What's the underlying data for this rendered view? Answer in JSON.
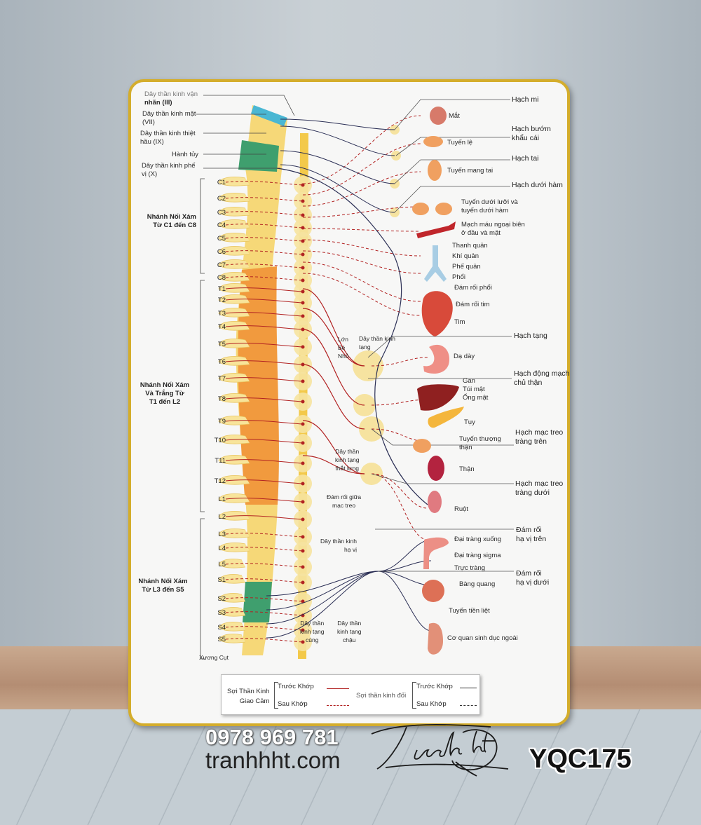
{
  "head_nerves": [
    "Dây thần kinh vận",
    "nhãn (III)",
    "Dây thần kinh mặt",
    "(VII)",
    "Dây thần kinh thiệt",
    "hầu (IX)",
    "Hành tủy",
    "Dây thần kinh phế",
    "vị (X)"
  ],
  "vertebrae": [
    "C1",
    "C2",
    "C3",
    "C4",
    "C5",
    "C6",
    "C7",
    "C8",
    "T1",
    "T2",
    "T3",
    "T4",
    "T5",
    "T6",
    "T7",
    "T8",
    "T9",
    "T10",
    "T11",
    "T12",
    "L1",
    "L2",
    "L3",
    "L4",
    "L5",
    "S1",
    "S2",
    "S3",
    "S4",
    "S5"
  ],
  "coccyx": "Xương Cụt",
  "groups": {
    "cervical": [
      "Nhánh Nối Xám",
      "Từ C1 đến C8"
    ],
    "thoracic": [
      "Nhánh Nối Xám",
      "Và Trắng Từ",
      "T1 đến L2"
    ],
    "sacral": [
      "Nhánh Nối Xám",
      "Từ L3 đến S5"
    ]
  },
  "ganglia": {
    "ciliary": "Hạch mi",
    "pterygo": [
      "Hạch bướm",
      "khẩu cái"
    ],
    "otic": "Hạch tai",
    "submandibular": "Hạch dưới hàm",
    "celiac": "Hạch tạng",
    "aorticorenal": [
      "Hạch động mạch",
      "chủ thận"
    ],
    "sup_mesenteric": [
      "Hạch mạc treo",
      "tràng trên"
    ],
    "inf_mesenteric": [
      "Hạch mạc treo",
      "tràng dưới"
    ],
    "sup_hypogastric": [
      "Đám rối",
      "hạ vị trên"
    ],
    "inf_hypogastric": [
      "Đám rối",
      "hạ vị dưới"
    ]
  },
  "organs": {
    "eye": "Mắt",
    "lacrimal": "Tuyến lệ",
    "parotid": "Tuyến mang tai",
    "sublingual": [
      "Tuyến dưới lưỡi và",
      "tuyến dưới hàm"
    ],
    "vessels": [
      "Mạch máu ngoại biên",
      "ở đầu và mặt"
    ],
    "larynx": "Thanh quản",
    "trachea": "Khí quản",
    "bronchi": "Phế quản",
    "lungs": "Phổi",
    "pulm_plexus": "Đám rối phổi",
    "card_plexus": "Đám rối tim",
    "heart": "Tim",
    "stomach": "Dạ dày",
    "liver": "Gan",
    "gallbladder": "Túi mật",
    "bile_duct": "Ống mật",
    "pancreas": "Tụy",
    "adrenal": [
      "Tuyến thượng",
      "thận"
    ],
    "kidney": "Thận",
    "intestine": "Ruột",
    "desc_colon": "Đại tràng xuống",
    "sigmoid": "Đại tràng sigma",
    "rectum": "Trực tràng",
    "bladder": "Bàng quang",
    "prostate": "Tuyến tiền liệt",
    "genitals": "Cơ quan sinh dục ngoài"
  },
  "middle": {
    "splanchnic_sizes": [
      "Lớn",
      "Bé",
      "Nhỏ"
    ],
    "splanchnic": [
      "Dây thần kinh",
      "tạng"
    ],
    "lumbar": [
      "Dây thần",
      "kinh tạng",
      "thắt lưng"
    ],
    "mesenteric_plexus": [
      "Đám rối giữa",
      "mạc treo"
    ],
    "hypogastric": [
      "Dây thần kinh",
      "hạ vị"
    ],
    "sacral_spl": [
      "Dây thần",
      "kinh tạng",
      "cùng"
    ],
    "pelvic_spl": [
      "Dây thần",
      "kinh tạng",
      "chậu"
    ]
  },
  "legend": {
    "symp": [
      "Sợi Thần Kinh",
      "Giao Cảm"
    ],
    "para": "Sợi thần kinh đối",
    "pre": "Trước Khớp",
    "post": "Sau Khớp"
  },
  "watermark": "YQC175",
  "phone": "0978 969 781",
  "website": "tranhhht.com",
  "signature": "Tranh hht",
  "colors": {
    "frame": "#d4ad2c",
    "spine": "#f6d878",
    "orange": "#f19a3e",
    "symp": "#b22222",
    "para": "#2b2f55"
  }
}
